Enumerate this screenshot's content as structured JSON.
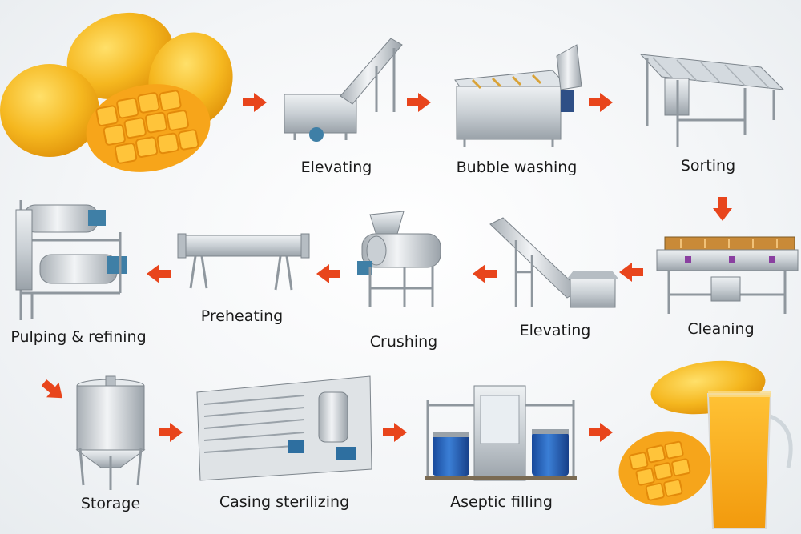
{
  "steps": {
    "elevating_1": "Elevating",
    "bubble_washing": "Bubble washing",
    "sorting": "Sorting",
    "cleaning": "Cleaning",
    "elevating_2": "Elevating",
    "crushing": "Crushing",
    "preheating": "Preheating",
    "pulping_refining": "Pulping & refining",
    "storage": "Storage",
    "casing_sterilizing": "Casing sterilizing",
    "aseptic_filling": "Aseptic filling"
  },
  "colors": {
    "arrow": "#e8451c",
    "mango": "#f5b71f",
    "mango_dark": "#e39a0c",
    "steel": "#c9cfd4",
    "steel_dark": "#8f979e",
    "drum_blue": "#1f5fb4",
    "motor_blue": "#3f7fa6"
  }
}
